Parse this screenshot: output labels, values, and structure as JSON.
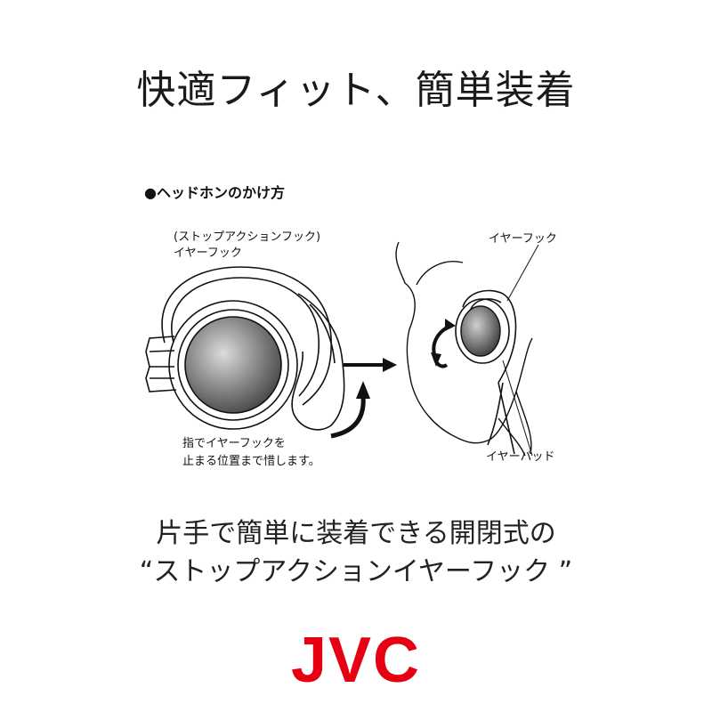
{
  "headline": "快適フィット、簡単装着",
  "section_heading": "●ヘッドホンのかけ方",
  "labels": {
    "hook_type": "(ストップアクションフック)",
    "hook_left": "イヤーフック",
    "instruction_line1": "指でイヤーフックを",
    "instruction_line2": "止まる位置まで惜します。",
    "hook_right": "イヤーフック",
    "ear_pad": "イヤーパッド"
  },
  "tagline": {
    "line1": "片手で簡単に装着できる開閉式の",
    "line2": "“ストップアクションイヤーフック ”"
  },
  "brand": {
    "name": "JVC",
    "color": "#e60012"
  },
  "icons": {
    "arrow": "right-arrow-icon",
    "rotate": "rotate-arrows-icon"
  }
}
